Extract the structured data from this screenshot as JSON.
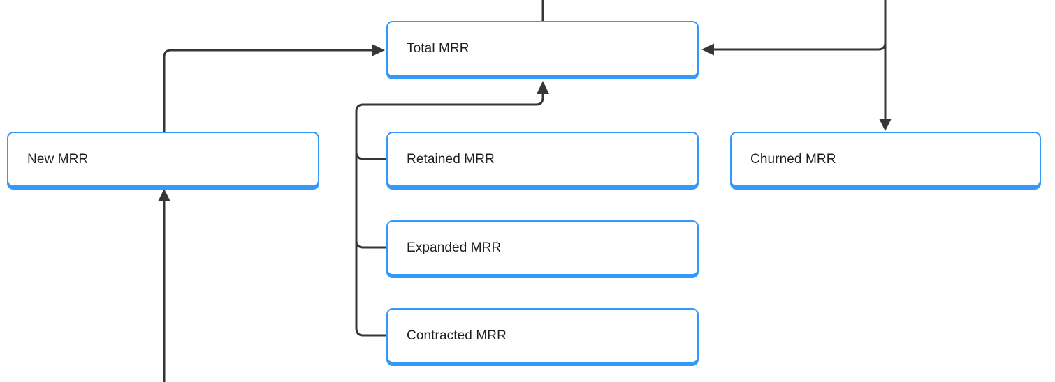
{
  "diagram": {
    "type": "flowchart",
    "nodes": [
      {
        "id": "total-mrr",
        "label": "Total MRR"
      },
      {
        "id": "new-mrr",
        "label": "New MRR"
      },
      {
        "id": "retained-mrr",
        "label": "Retained MRR"
      },
      {
        "id": "expanded-mrr",
        "label": "Expanded MRR"
      },
      {
        "id": "contracted-mrr",
        "label": "Contracted MRR"
      },
      {
        "id": "churned-mrr",
        "label": "Churned MRR"
      }
    ],
    "edges": [
      {
        "from": "offscreen-top-center",
        "to": "total-mrr",
        "arrowhead": false,
        "side": "top"
      },
      {
        "from": "new-mrr",
        "to": "total-mrr",
        "arrowhead": true,
        "side": "left"
      },
      {
        "from": "offscreen-bottom",
        "to": "new-mrr",
        "arrowhead": true,
        "side": "bottom"
      },
      {
        "from": "retained-mrr",
        "to": "total-mrr",
        "arrowhead": true,
        "side": "bottom",
        "via": "shared-trunk"
      },
      {
        "from": "expanded-mrr",
        "to": "total-mrr",
        "arrowhead": true,
        "side": "bottom",
        "via": "shared-trunk"
      },
      {
        "from": "contracted-mrr",
        "to": "total-mrr",
        "arrowhead": true,
        "side": "bottom",
        "via": "shared-trunk"
      },
      {
        "from": "offscreen-top-right",
        "to": "churned-mrr",
        "arrowhead": true,
        "side": "top"
      },
      {
        "from": "offscreen-top-right",
        "to": "total-mrr",
        "arrowhead": true,
        "side": "right",
        "via": "branch"
      }
    ],
    "colors": {
      "node_border": "#3399fa",
      "node_fill": "#ffffff",
      "connector": "#33373a",
      "label_text": "#1b1f24"
    }
  }
}
